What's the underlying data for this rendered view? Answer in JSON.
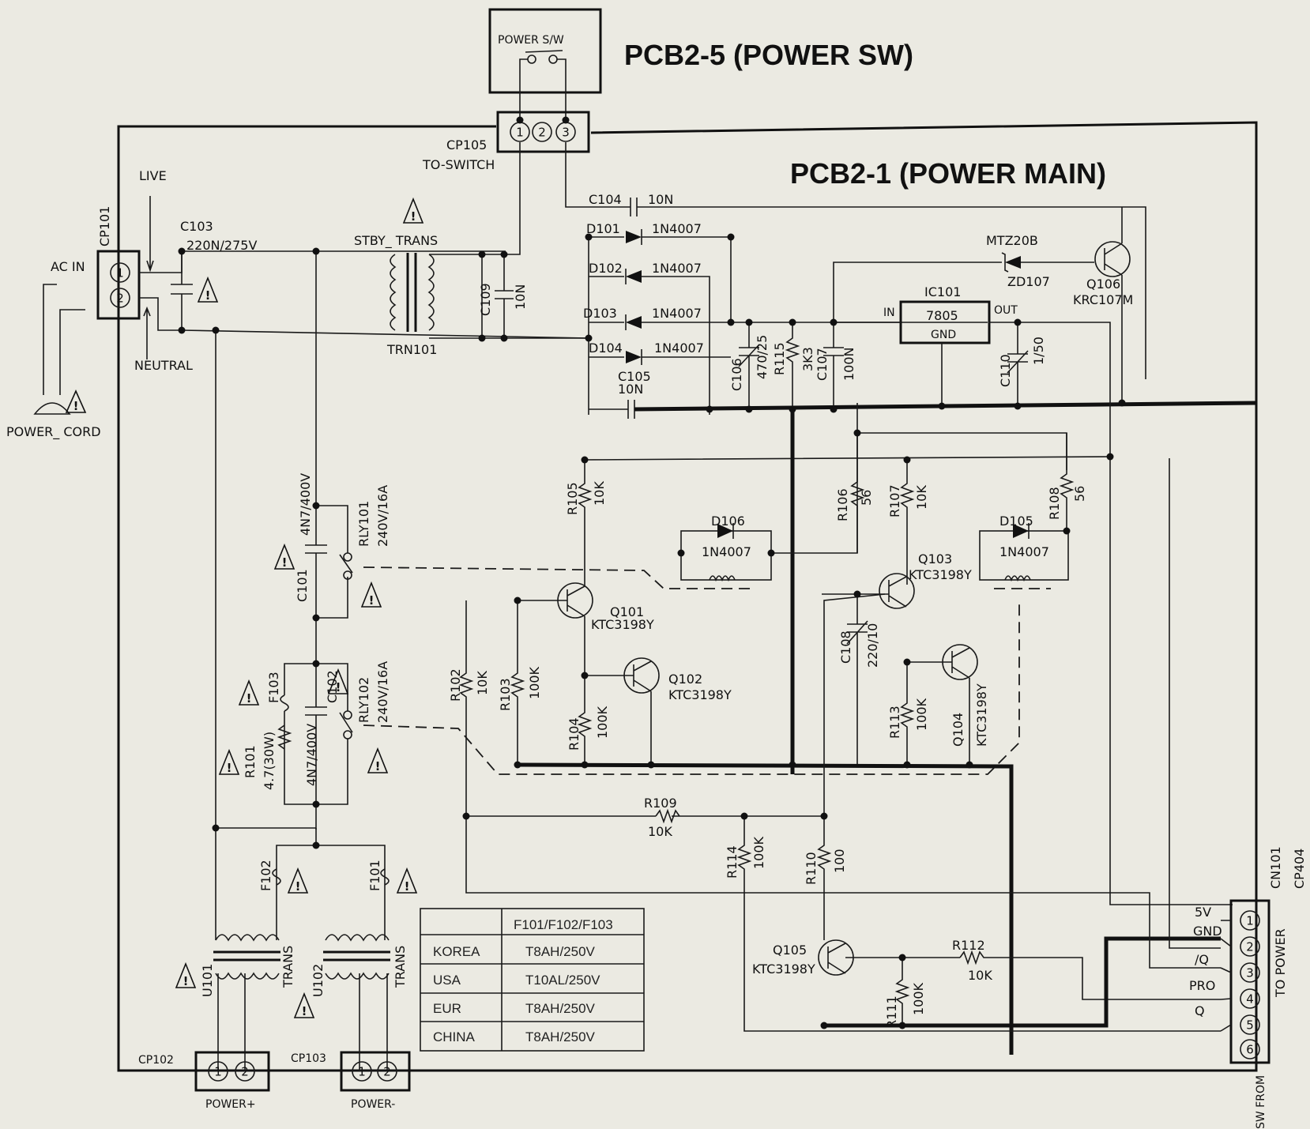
{
  "titles": {
    "power_sw_board": "PCB2-5 (POWER SW)",
    "power_main_board": "PCB2-1 (POWER MAIN)"
  },
  "warning_mark": "!",
  "switch": {
    "label": "POWER S/W"
  },
  "connectors": {
    "cp105": {
      "ref": "CP105",
      "desc": "TO-SWITCH",
      "pins": [
        "1",
        "2",
        "3"
      ]
    },
    "cp101": {
      "ref": "CP101",
      "desc": "AC IN",
      "pins": [
        "1",
        "2"
      ]
    },
    "cp102": {
      "ref": "CP102",
      "desc": "POWER+",
      "pins": [
        "1",
        "2"
      ]
    },
    "cp103": {
      "ref": "CP103",
      "desc": "POWER-",
      "pins": [
        "1",
        "2"
      ]
    },
    "cn101": {
      "ref": "CN101",
      "desc": "TO POWER",
      "pins": [
        "1",
        "2",
        "3",
        "4",
        "5",
        "6"
      ],
      "signals": [
        "5V",
        "GND",
        "/Q",
        "PRO",
        "Q"
      ]
    },
    "cp404": {
      "ref": "CP404",
      "desc": "SW FROM"
    }
  },
  "ac_labels": {
    "live": "LIVE",
    "neutral": "NEUTRAL",
    "cord": "POWER_ CORD"
  },
  "components": {
    "c103": {
      "ref": "C103",
      "value": "220N/275V"
    },
    "stby_trans": {
      "ref": "TRN101",
      "label": "STBY_ TRANS"
    },
    "c109": {
      "ref": "C109",
      "value": "10N"
    },
    "c104": {
      "ref": "C104",
      "value": "10N"
    },
    "d101": {
      "ref": "D101",
      "value": "1N4007"
    },
    "d102": {
      "ref": "D102",
      "value": "1N4007"
    },
    "d103": {
      "ref": "D103",
      "value": "1N4007"
    },
    "d104": {
      "ref": "D104",
      "value": "1N4007"
    },
    "c105": {
      "ref": "C105",
      "value": "10N"
    },
    "c106": {
      "ref": "C106",
      "value": "470/25"
    },
    "r115": {
      "ref": "R115",
      "value": "3K3"
    },
    "c107": {
      "ref": "C107",
      "value": "100N"
    },
    "ic101": {
      "ref": "IC101",
      "value": "7805",
      "pin_in": "IN",
      "pin_out": "OUT",
      "pin_gnd": "GND"
    },
    "c110": {
      "ref": "C110",
      "value": "1/50"
    },
    "zd107": {
      "ref": "ZD107",
      "value": "MTZ20B"
    },
    "q106": {
      "ref": "Q106",
      "value": "KRC107M"
    },
    "r105": {
      "ref": "R105",
      "value": "10K"
    },
    "d106": {
      "ref": "D106",
      "value": "1N4007"
    },
    "r106": {
      "ref": "R106",
      "value": "56"
    },
    "r107": {
      "ref": "R107",
      "value": "10K"
    },
    "r108": {
      "ref": "R108",
      "value": "56"
    },
    "d105": {
      "ref": "D105",
      "value": "1N4007"
    },
    "q103": {
      "ref": "Q103",
      "value": "KTC3198Y"
    },
    "q101": {
      "ref": "Q101",
      "value": "KTC3198Y"
    },
    "q102": {
      "ref": "Q102",
      "value": "KTC3198Y"
    },
    "q104": {
      "ref": "Q104",
      "value": "KTC3198Y"
    },
    "c108": {
      "ref": "C108",
      "value": "220/10"
    },
    "r102": {
      "ref": "R102",
      "value": "10K"
    },
    "r103": {
      "ref": "R103",
      "value": "100K"
    },
    "r104": {
      "ref": "R104",
      "value": "100K"
    },
    "r113": {
      "ref": "R113",
      "value": "100K"
    },
    "c101": {
      "ref": "C101",
      "value": "4N7/400V"
    },
    "rly101": {
      "ref": "RLY101",
      "value": "240V/16A"
    },
    "c102": {
      "ref": "C102",
      "value": "4N7/400V"
    },
    "rly102": {
      "ref": "RLY102",
      "value": "240V/16A"
    },
    "f103": {
      "ref": "F103"
    },
    "r101": {
      "ref": "R101",
      "value": "4.7(30W)"
    },
    "r109": {
      "ref": "R109",
      "value": "10K"
    },
    "r114": {
      "ref": "R114",
      "value": "100K"
    },
    "r110": {
      "ref": "R110",
      "value": "100"
    },
    "f102": {
      "ref": "F102"
    },
    "f101": {
      "ref": "F101"
    },
    "u101": {
      "ref": "U101",
      "label": "TRANS"
    },
    "u102": {
      "ref": "U102",
      "label": "TRANS"
    },
    "q105": {
      "ref": "Q105",
      "value": "KTC3198Y"
    },
    "r112": {
      "ref": "R112",
      "value": "10K"
    },
    "r111": {
      "ref": "R111",
      "value": "100K"
    }
  },
  "fuse_table": {
    "header": [
      "",
      "F101/F102/F103"
    ],
    "rows": [
      [
        "KOREA",
        "T8AH/250V"
      ],
      [
        "USA",
        "T10AL/250V"
      ],
      [
        "EUR",
        "T8AH/250V"
      ],
      [
        "CHINA",
        "T8AH/250V"
      ]
    ]
  }
}
